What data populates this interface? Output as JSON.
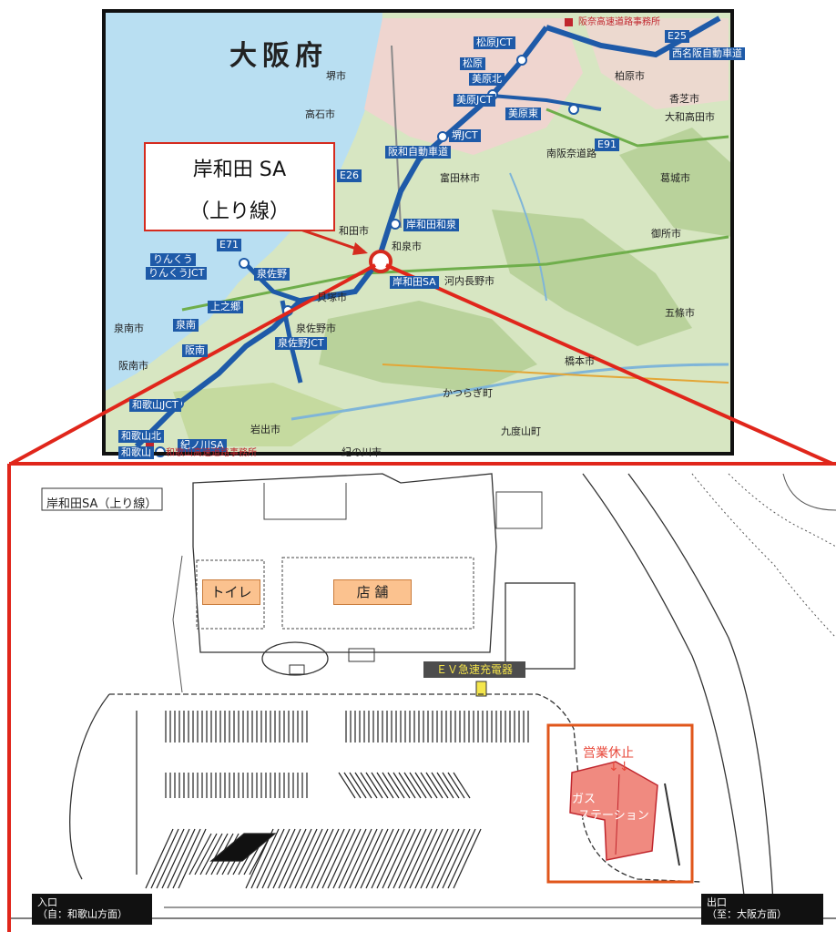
{
  "map": {
    "prefecture": "大阪府",
    "callout": {
      "line1": "岸和田 SA",
      "line2": "（上り線）"
    },
    "place_labels": [
      {
        "id": "sakai",
        "text": "堺市"
      },
      {
        "id": "takaishi",
        "text": "高石市"
      },
      {
        "id": "tondabayashi",
        "text": "富田林市"
      },
      {
        "id": "minamikawachi",
        "text": "南阪奈道路"
      },
      {
        "id": "kashiwara",
        "text": "柏原市"
      },
      {
        "id": "kashiba",
        "text": "香芝市"
      },
      {
        "id": "yamatotakada",
        "text": "大和高田市"
      },
      {
        "id": "katsuragi",
        "text": "葛城市"
      },
      {
        "id": "gose",
        "text": "御所市"
      },
      {
        "id": "kawachinagano",
        "text": "河内長野市"
      },
      {
        "id": "izumisano",
        "text": "泉佐野市"
      },
      {
        "id": "sennan",
        "text": "泉南市"
      },
      {
        "id": "hannan",
        "text": "阪南市"
      },
      {
        "id": "kainan",
        "text": "貝塚市"
      },
      {
        "id": "iwade",
        "text": "岩出市"
      },
      {
        "id": "kinokawa",
        "text": "紀の川市"
      },
      {
        "id": "hashimoto",
        "text": "橋本市"
      },
      {
        "id": "gojo",
        "text": "五條市"
      },
      {
        "id": "kudoyama",
        "text": "九度山町"
      },
      {
        "id": "katsuragicho",
        "text": "かつらぎ町"
      },
      {
        "id": "izumi",
        "text": "和泉市"
      },
      {
        "id": "kishiwada_city",
        "text": "和田市"
      }
    ],
    "road_labels": [
      {
        "id": "matsubara_jct",
        "text": "松原JCT"
      },
      {
        "id": "matsubara",
        "text": "松原"
      },
      {
        "id": "mihara_kita",
        "text": "美原北"
      },
      {
        "id": "mihara_jct",
        "text": "美原JCT"
      },
      {
        "id": "mihara_higashi",
        "text": "美原東"
      },
      {
        "id": "sakai_jct",
        "text": "堺JCT"
      },
      {
        "id": "kishiwada_izumi",
        "text": "岸和田和泉"
      },
      {
        "id": "kishiwada_sa",
        "text": "岸和田SA"
      },
      {
        "id": "izumisano_ic",
        "text": "泉佐野"
      },
      {
        "id": "rinku",
        "text": "りんくう"
      },
      {
        "id": "rinku_jct",
        "text": "りんくうJCT"
      },
      {
        "id": "kaminogo",
        "text": "上之郷"
      },
      {
        "id": "sennan_ic",
        "text": "泉南"
      },
      {
        "id": "hannan_ic",
        "text": "阪南"
      },
      {
        "id": "wakayama_jct",
        "text": "和歌山JCT"
      },
      {
        "id": "wakayama_kita",
        "text": "和歌山北"
      },
      {
        "id": "kinokawa_sa",
        "text": "紀ノ川SA"
      },
      {
        "id": "wakayama",
        "text": "和歌山"
      },
      {
        "id": "nishimeihan",
        "text": "西名阪自動車道"
      },
      {
        "id": "hanwa",
        "text": "阪和自動車道"
      },
      {
        "id": "izumisano_jct",
        "text": "泉佐野JCT"
      },
      {
        "id": "e26",
        "text": "E26"
      },
      {
        "id": "e25",
        "text": "E25"
      },
      {
        "id": "e71",
        "text": "E71"
      },
      {
        "id": "e91",
        "text": "E91"
      }
    ],
    "office_labels": [
      {
        "id": "hanshin_office",
        "text": "阪奈高速道路事務所"
      },
      {
        "id": "wakayama_office",
        "text": "和歌山高速道路事務所"
      }
    ]
  },
  "plan": {
    "title": "岸和田SA（上り線）",
    "toilet": "トイレ",
    "shop": "店 舗",
    "ev_charger": "ＥＶ急速充電器",
    "closed": "営業休止",
    "closed_arrows": "↓↓",
    "gas_line1": "ガス",
    "gas_line2": "ステーション",
    "entry_line1": "入口",
    "entry_line2": "（自：和歌山方面）",
    "exit_line1": "出口",
    "exit_line2": "（至：大阪方面）"
  },
  "colors": {
    "highlight_red": "#d52b1e",
    "expressway_blue": "#1e5aa8",
    "facility_orange": "#fbc28f",
    "gas_fill": "#f08a80",
    "ev_yellow": "#f4e64c"
  }
}
